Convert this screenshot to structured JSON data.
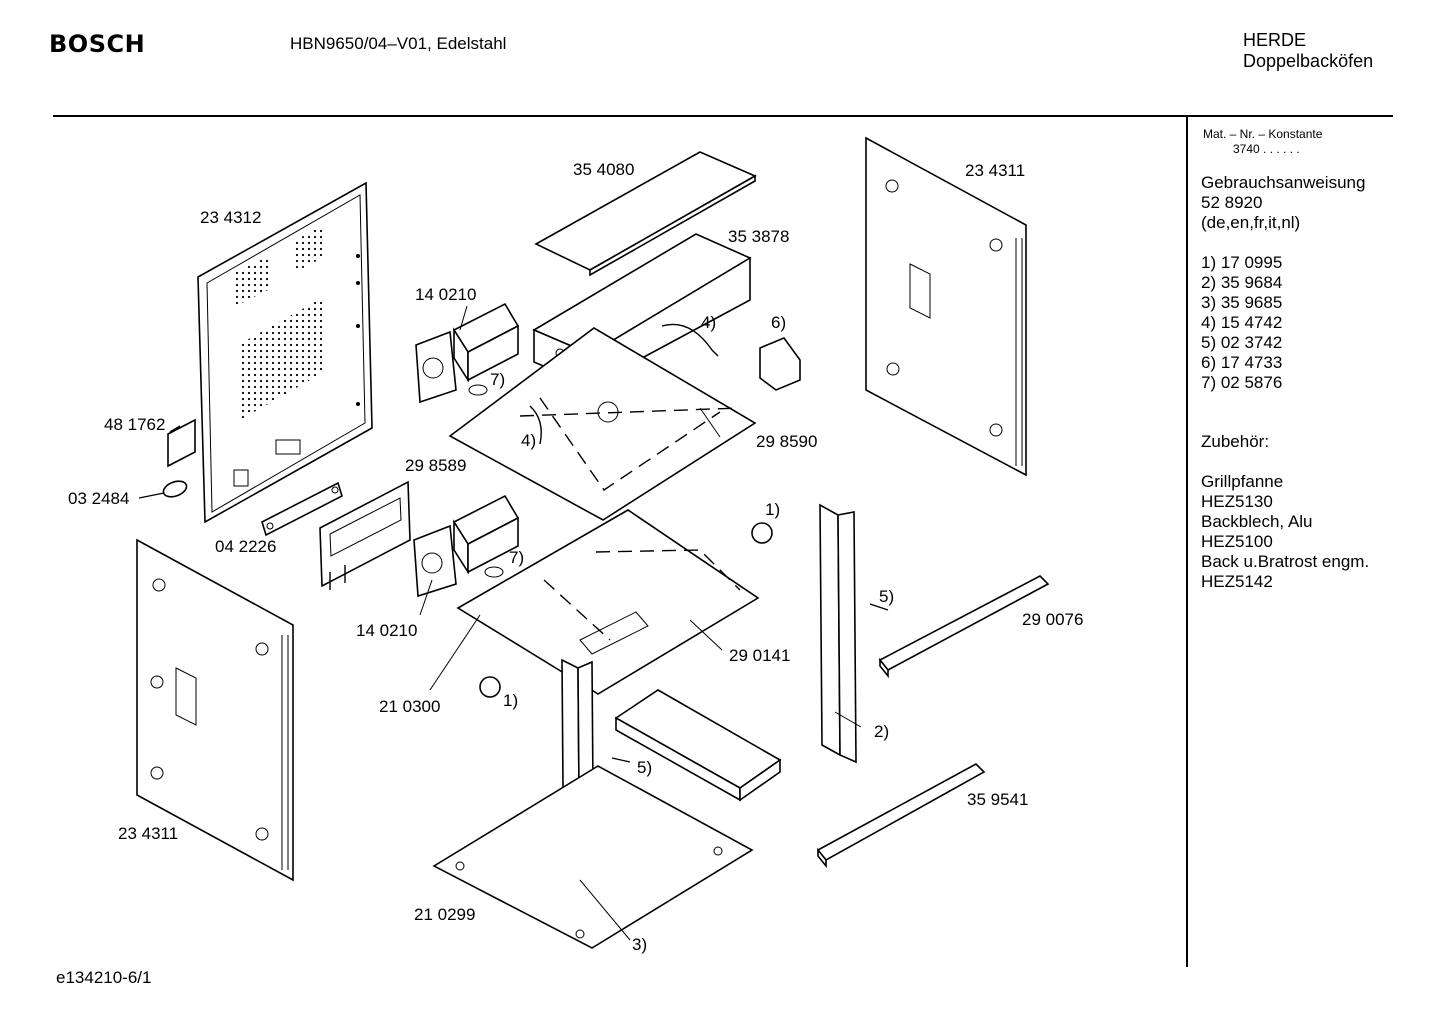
{
  "header": {
    "brand": "BOSCH",
    "model": "HBN9650/04–V01, Edelstahl",
    "category": "HERDE",
    "subcategory": "Doppelbacköfen"
  },
  "sidebar": {
    "mat_nr_label": "Mat. – Nr. – Konstante",
    "mat_nr_value": "3740  .   .    .  .  .  .",
    "manual_label": "Gebrauchsanweisung",
    "manual_number": "52 8920",
    "manual_languages": "(de,en,fr,it,nl)",
    "parts": [
      "1)  17 0995",
      "2)  35 9684",
      "3)  35 9685",
      "4)  15 4742",
      "5)  02 3742",
      "6)  17 4733",
      "7)  02 5876"
    ],
    "accessories_label": "Zubehör:",
    "accessories": [
      "Grillpfanne",
      "HEZ5130",
      "Backblech, Alu",
      "HEZ5100",
      "Back u.Bratrost engm.",
      "HEZ5142"
    ]
  },
  "labels": {
    "p354080": "35 4080",
    "p234311_top": "23 4311",
    "p234312": "23 4312",
    "p353878": "35 3878",
    "p140210_top": "14 0210",
    "ref4_top": "4)",
    "ref6": "6)",
    "ref7_top": "7)",
    "p481762": "48 1762",
    "ref4_mid": "4)",
    "p298590": "29 8590",
    "p298589": "29 8589",
    "p032484": "03 2484",
    "ref1_top": "1)",
    "p042226": "04 2226",
    "ref7_mid": "7)",
    "ref5_right": "5)",
    "p290076": "29 0076",
    "p140210_bottom": "14 0210",
    "p290141": "29 0141",
    "p210300": "21 0300",
    "ref1_bottom": "1)",
    "ref2": "2)",
    "ref5_mid": "5)",
    "p359541": "35 9541",
    "p234311_bottom": "23 4311",
    "p210299": "21 0299",
    "ref3": "3)"
  },
  "footer": {
    "code": "e134210-6/1"
  }
}
